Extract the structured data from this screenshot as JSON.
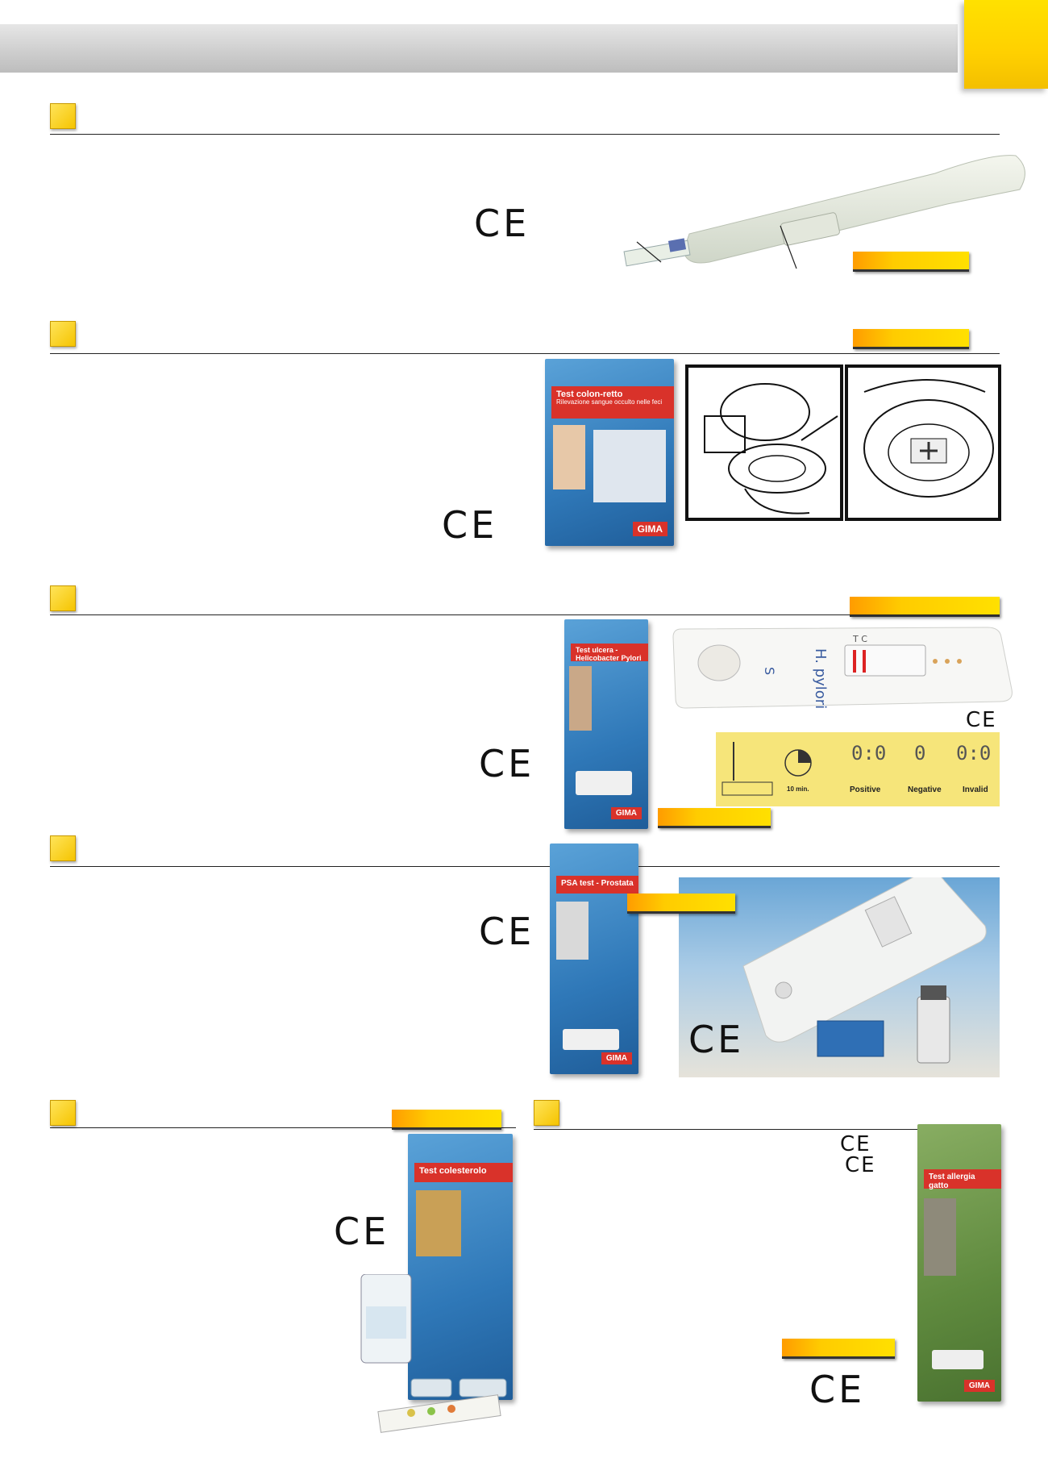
{
  "ce_mark": "CE",
  "brand": "GIMA",
  "products": {
    "colon": {
      "box_title": "Test colon-retto",
      "box_subtitle": "Rilevazione sangue occulto nelle feci"
    },
    "helico": {
      "device_text": "H. pylori",
      "device_letter": "S",
      "device_marks": "T C",
      "step_time": "10 min.",
      "result_positive": "Positive",
      "result_negative": "Negative",
      "result_invalid": "Invalid",
      "box_title": "Test ulcera - Helicobacter Pylori"
    },
    "psa": {
      "box_title": "PSA test - Prostata"
    },
    "chol": {
      "box_title": "Test colesterolo"
    },
    "cat": {
      "box_title": "Test allergia gatto"
    }
  },
  "colors": {
    "accent_yellow": "#ffd200",
    "header_grey": "#cfcfcf",
    "box_blue": "#2f78b8",
    "box_green": "#5f8a3e",
    "ribbon_orange": "#ff9c00"
  }
}
